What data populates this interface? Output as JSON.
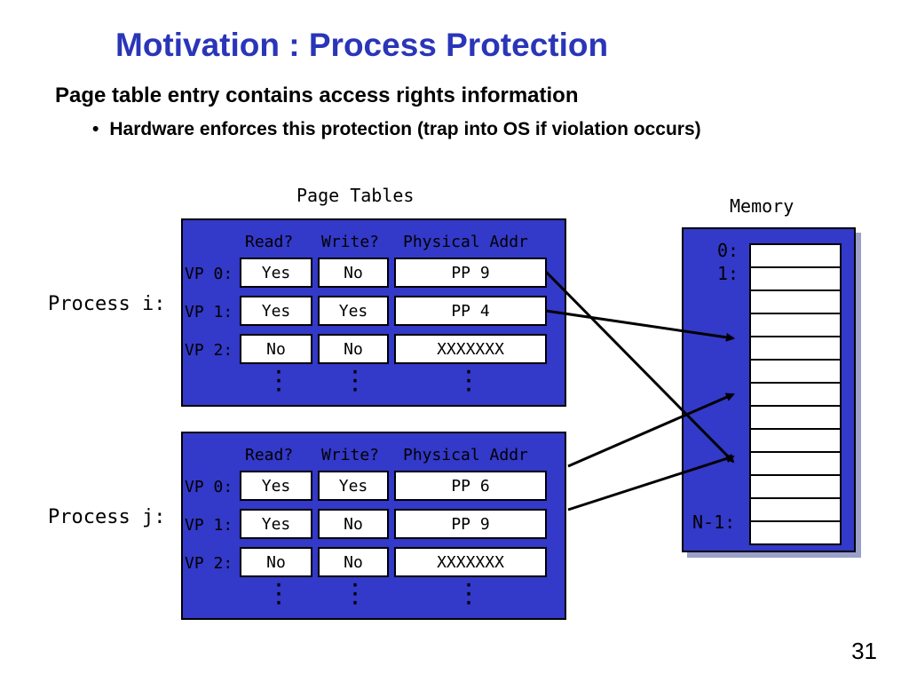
{
  "title": "Motivation : Process Protection",
  "subtitle": "Page table entry contains access rights information",
  "bullet": "Hardware enforces this protection (trap into OS if violation occurs)",
  "page_tables_caption": "Page Tables",
  "memory_caption": "Memory",
  "headers": {
    "read": "Read?",
    "write": "Write?",
    "addr": "Physical Addr"
  },
  "process_i": {
    "label": "Process i:",
    "rows": [
      {
        "vp": "VP 0:",
        "read": "Yes",
        "write": "No",
        "addr": "PP 9"
      },
      {
        "vp": "VP 1:",
        "read": "Yes",
        "write": "Yes",
        "addr": "PP 4"
      },
      {
        "vp": "VP 2:",
        "read": "No",
        "write": "No",
        "addr": "XXXXXXX"
      }
    ]
  },
  "process_j": {
    "label": "Process j:",
    "rows": [
      {
        "vp": "VP 0:",
        "read": "Yes",
        "write": "Yes",
        "addr": "PP 6"
      },
      {
        "vp": "VP 1:",
        "read": "Yes",
        "write": "No",
        "addr": "PP 9"
      },
      {
        "vp": "VP 2:",
        "read": "No",
        "write": "No",
        "addr": "XXXXXXX"
      }
    ]
  },
  "memory_labels": {
    "first": "0:",
    "second": "1:",
    "last": "N-1:"
  },
  "page_number": "31",
  "colors": {
    "title": "#2a35b8",
    "table_fill": "#3339c8"
  }
}
